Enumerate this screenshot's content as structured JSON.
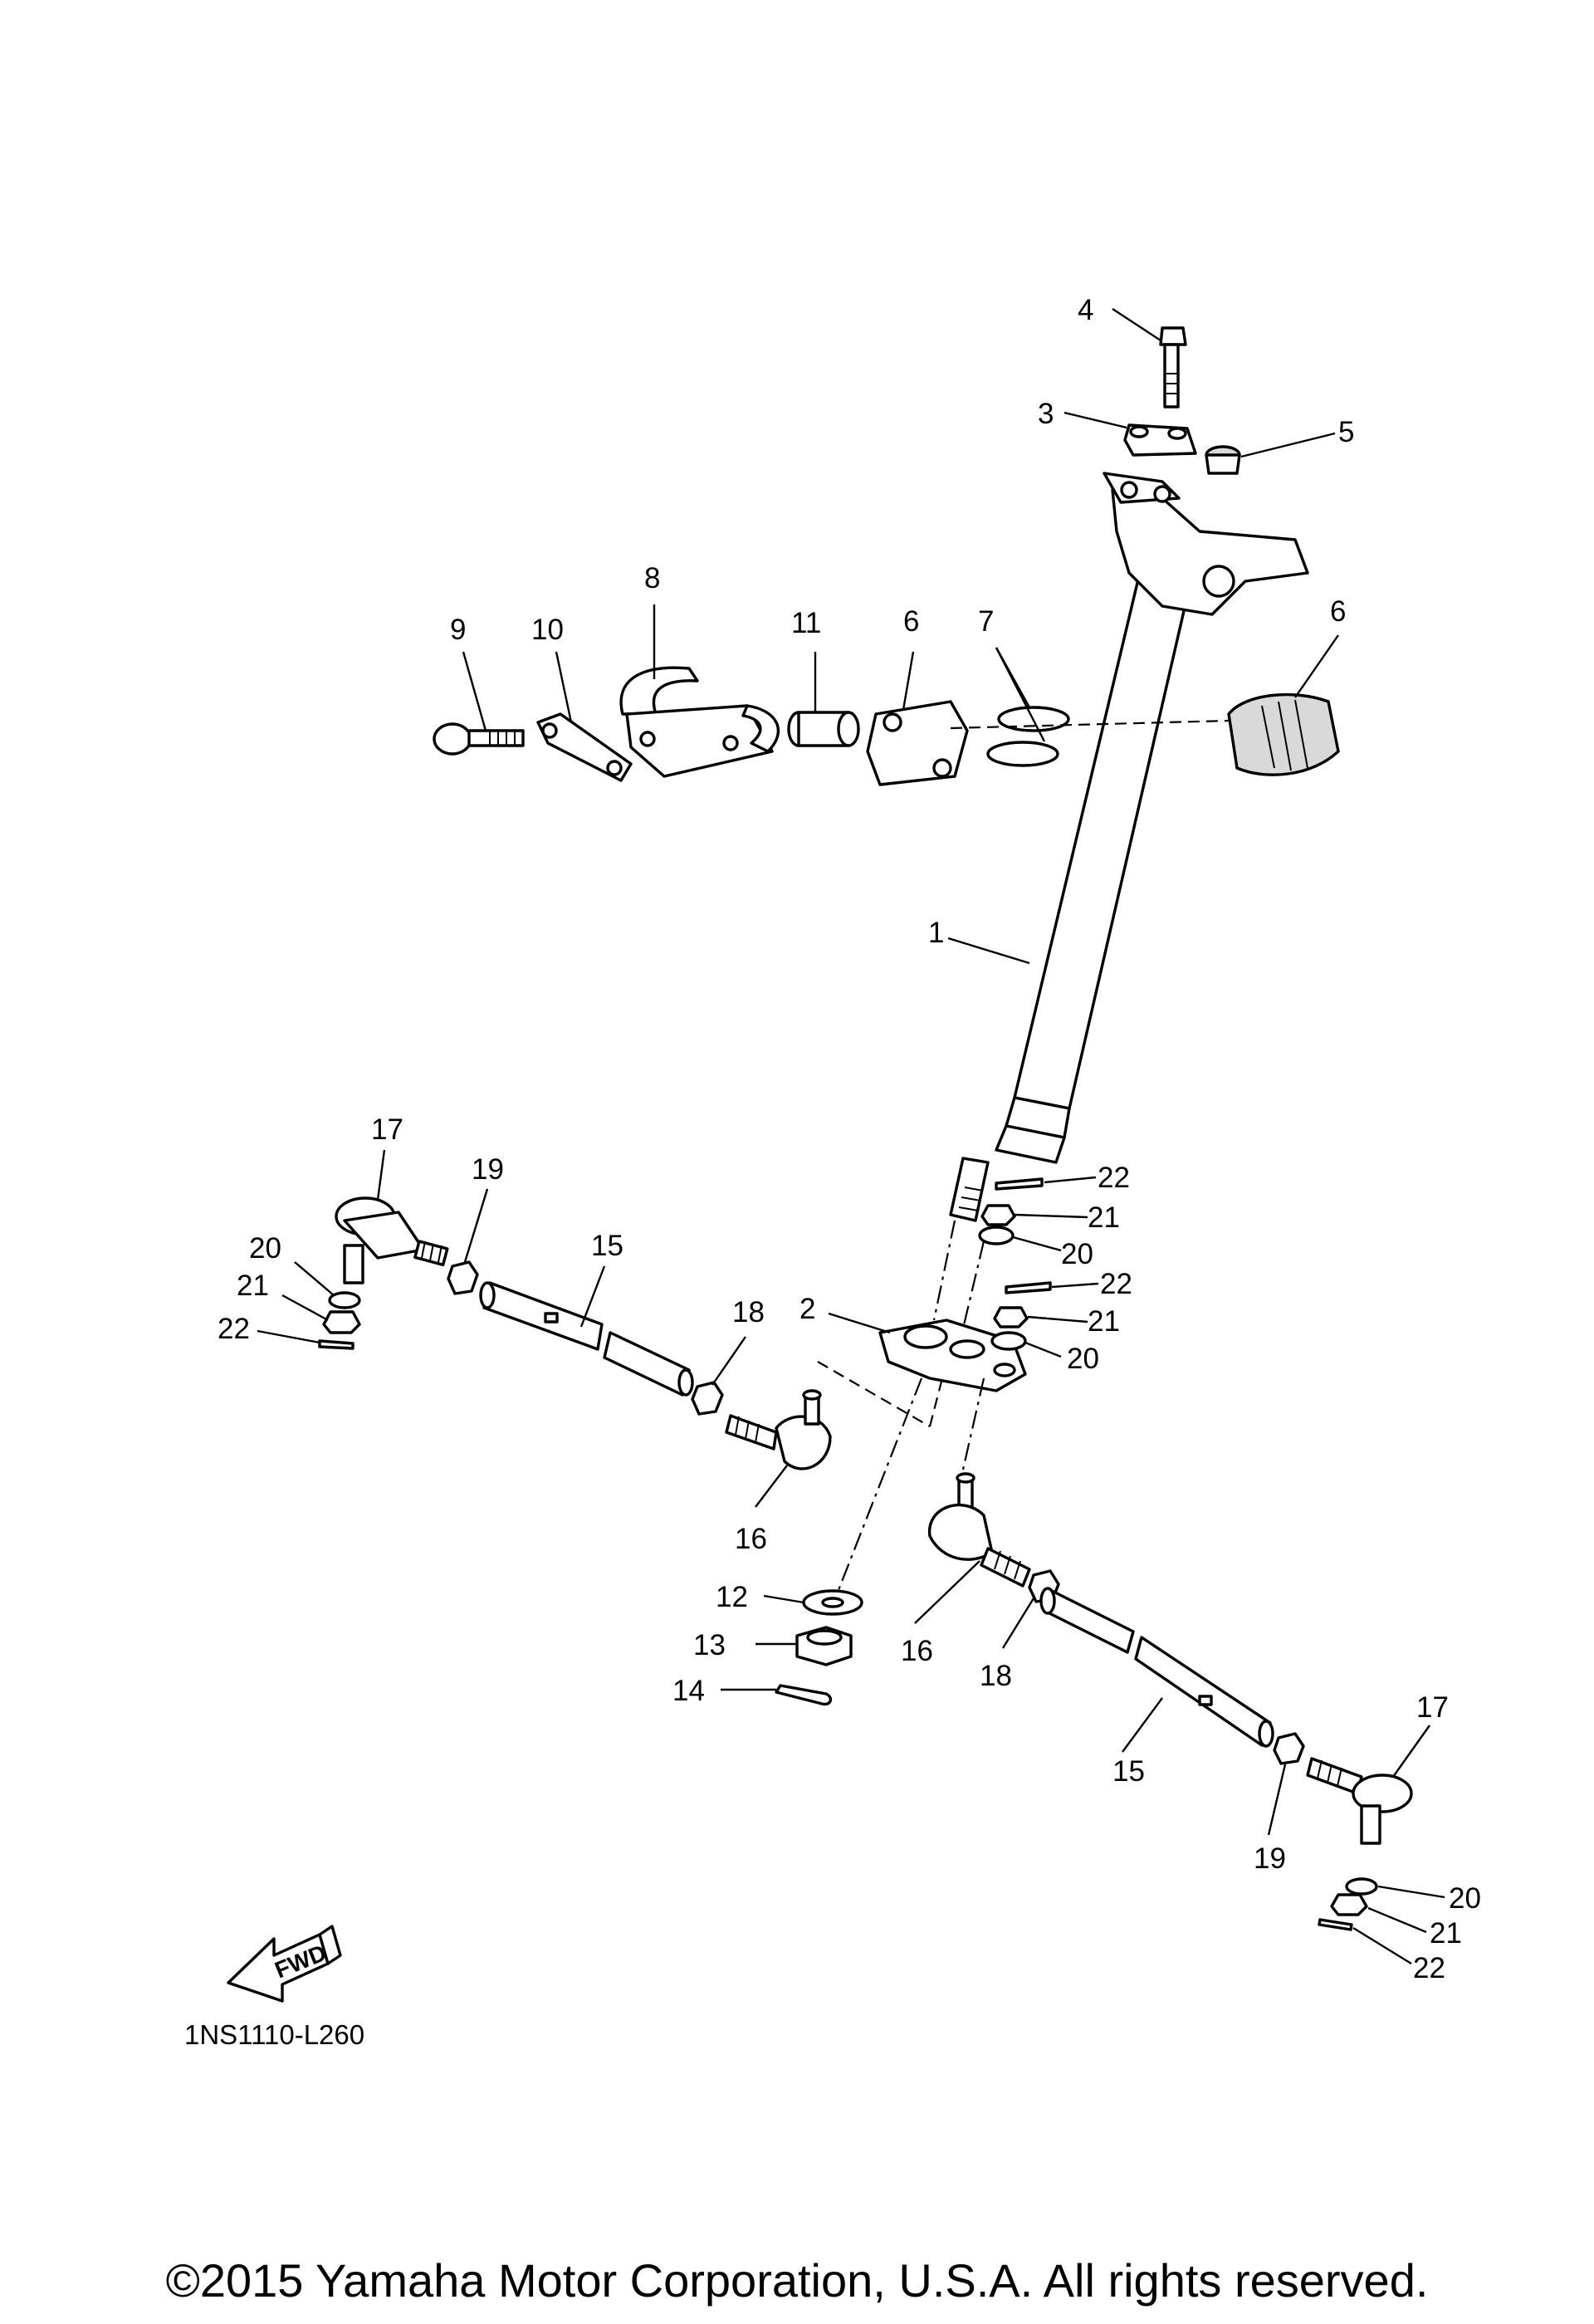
{
  "diagram": {
    "callouts": {
      "c1": "1",
      "c2": "2",
      "c3": "3",
      "c4": "4",
      "c5": "5",
      "c6a": "6",
      "c6b": "6",
      "c7": "7",
      "c8": "8",
      "c9": "9",
      "c10": "10",
      "c11": "11",
      "c12": "12",
      "c13": "13",
      "c14": "14",
      "c15a": "15",
      "c15b": "15",
      "c16a": "16",
      "c16b": "16",
      "c17a": "17",
      "c17b": "17",
      "c18a": "18",
      "c18b": "18",
      "c19a": "19",
      "c19b": "19",
      "c20a": "20",
      "c20b": "20",
      "c20c": "20",
      "c20d": "20",
      "c21a": "21",
      "c21b": "21",
      "c21c": "21",
      "c21d": "21",
      "c22a": "22",
      "c22b": "22",
      "c22c": "22",
      "c22d": "22"
    },
    "fwd_label": "FWD",
    "diagram_code": "1NS1110-L260"
  },
  "footer": {
    "copyright": "©2015 Yamaha Motor Corporation, U.S.A. All rights reserved."
  }
}
